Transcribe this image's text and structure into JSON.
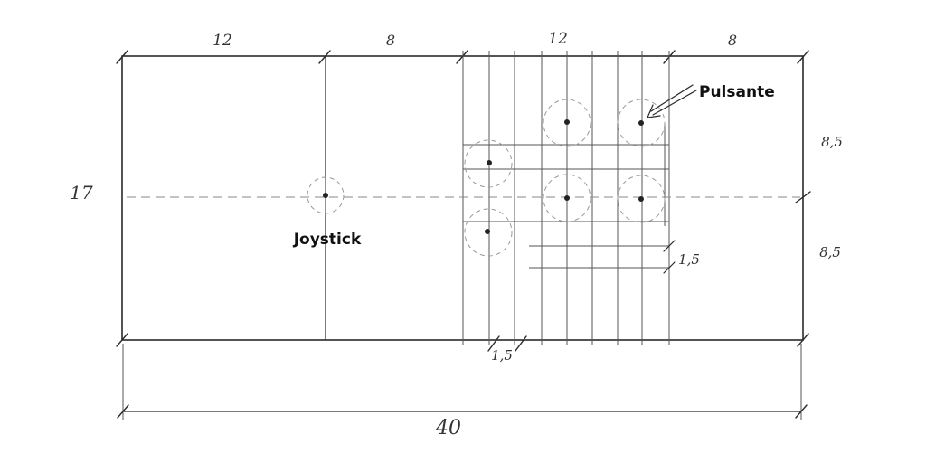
{
  "dimensions": {
    "top": [
      "12",
      "8",
      "12",
      "8"
    ],
    "left_height": "17",
    "right_upper": "8,5",
    "right_lower": "8,5",
    "bottom_small": "1,5",
    "right_small": "1,5",
    "total_width": "40"
  },
  "labels": {
    "joystick": "Joystick",
    "button": "Pulsante"
  }
}
